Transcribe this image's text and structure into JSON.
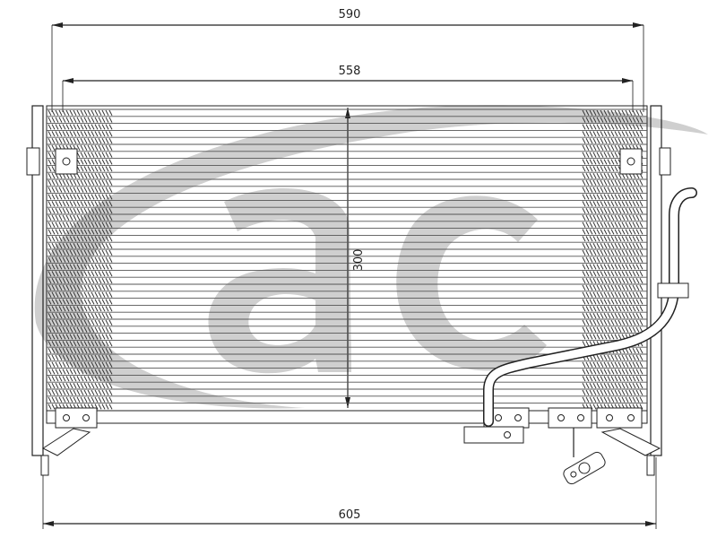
{
  "dimensions": {
    "overall_width": "590",
    "core_width": "558",
    "core_height": "300",
    "bottom_width": "605"
  },
  "logo": {
    "text": "ac",
    "color": "#cfcfcf"
  },
  "colors": {
    "line": "#222222",
    "watermark": "#cfcfcf"
  }
}
